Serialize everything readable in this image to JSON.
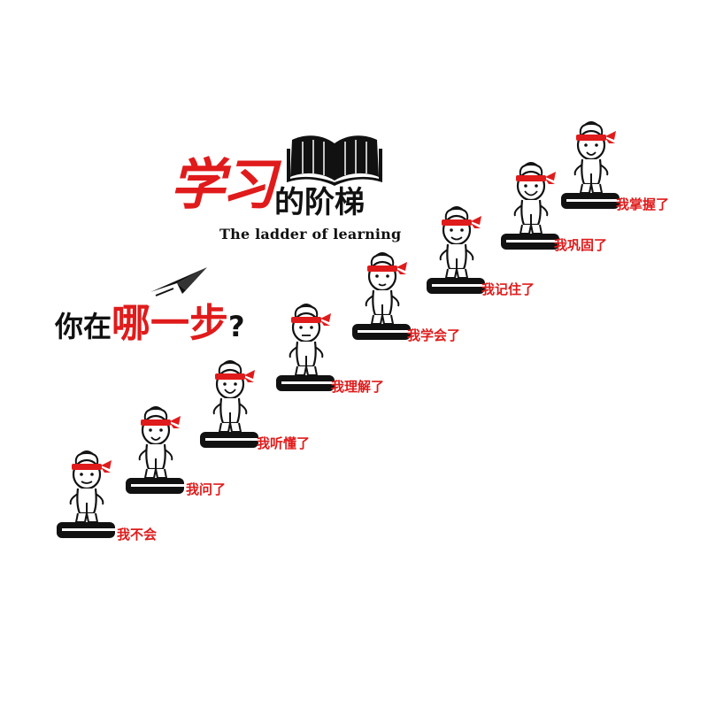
{
  "title": {
    "red": "学习",
    "black": "的阶梯",
    "english": "The ladder of learning"
  },
  "question": {
    "black": "你在",
    "red": "哪一步",
    "mark": "?"
  },
  "steps": [
    {
      "label": "我不会"
    },
    {
      "label": "我问了"
    },
    {
      "label": "我听懂了"
    },
    {
      "label": "我理解了"
    },
    {
      "label": "我学会了"
    },
    {
      "label": "我记住了"
    },
    {
      "label": "我巩固了"
    },
    {
      "label": "我掌握了"
    }
  ],
  "colors": {
    "accent": "#e01b1b",
    "ink": "#111111"
  },
  "icons": [
    "open-book-icon",
    "paper-plane-icon",
    "student-figure-icon",
    "book-stack-icon"
  ]
}
